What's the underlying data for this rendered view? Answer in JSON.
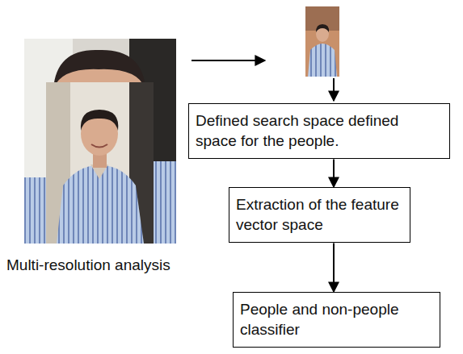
{
  "diagram": {
    "nodes": [
      {
        "text": [
          "Defined search space defined space for the people."
        ]
      },
      {
        "text": [
          "Extraction of the feature vector space"
        ]
      },
      {
        "text": [
          "People and non-people classifier"
        ]
      }
    ],
    "edges": [
      {
        "from": 0,
        "to": 1,
        "arrow": "to"
      },
      {
        "from": 1,
        "to": 2,
        "arrow": "to"
      }
    ],
    "labels": [
      "Multi-resolution analysis"
    ]
  }
}
